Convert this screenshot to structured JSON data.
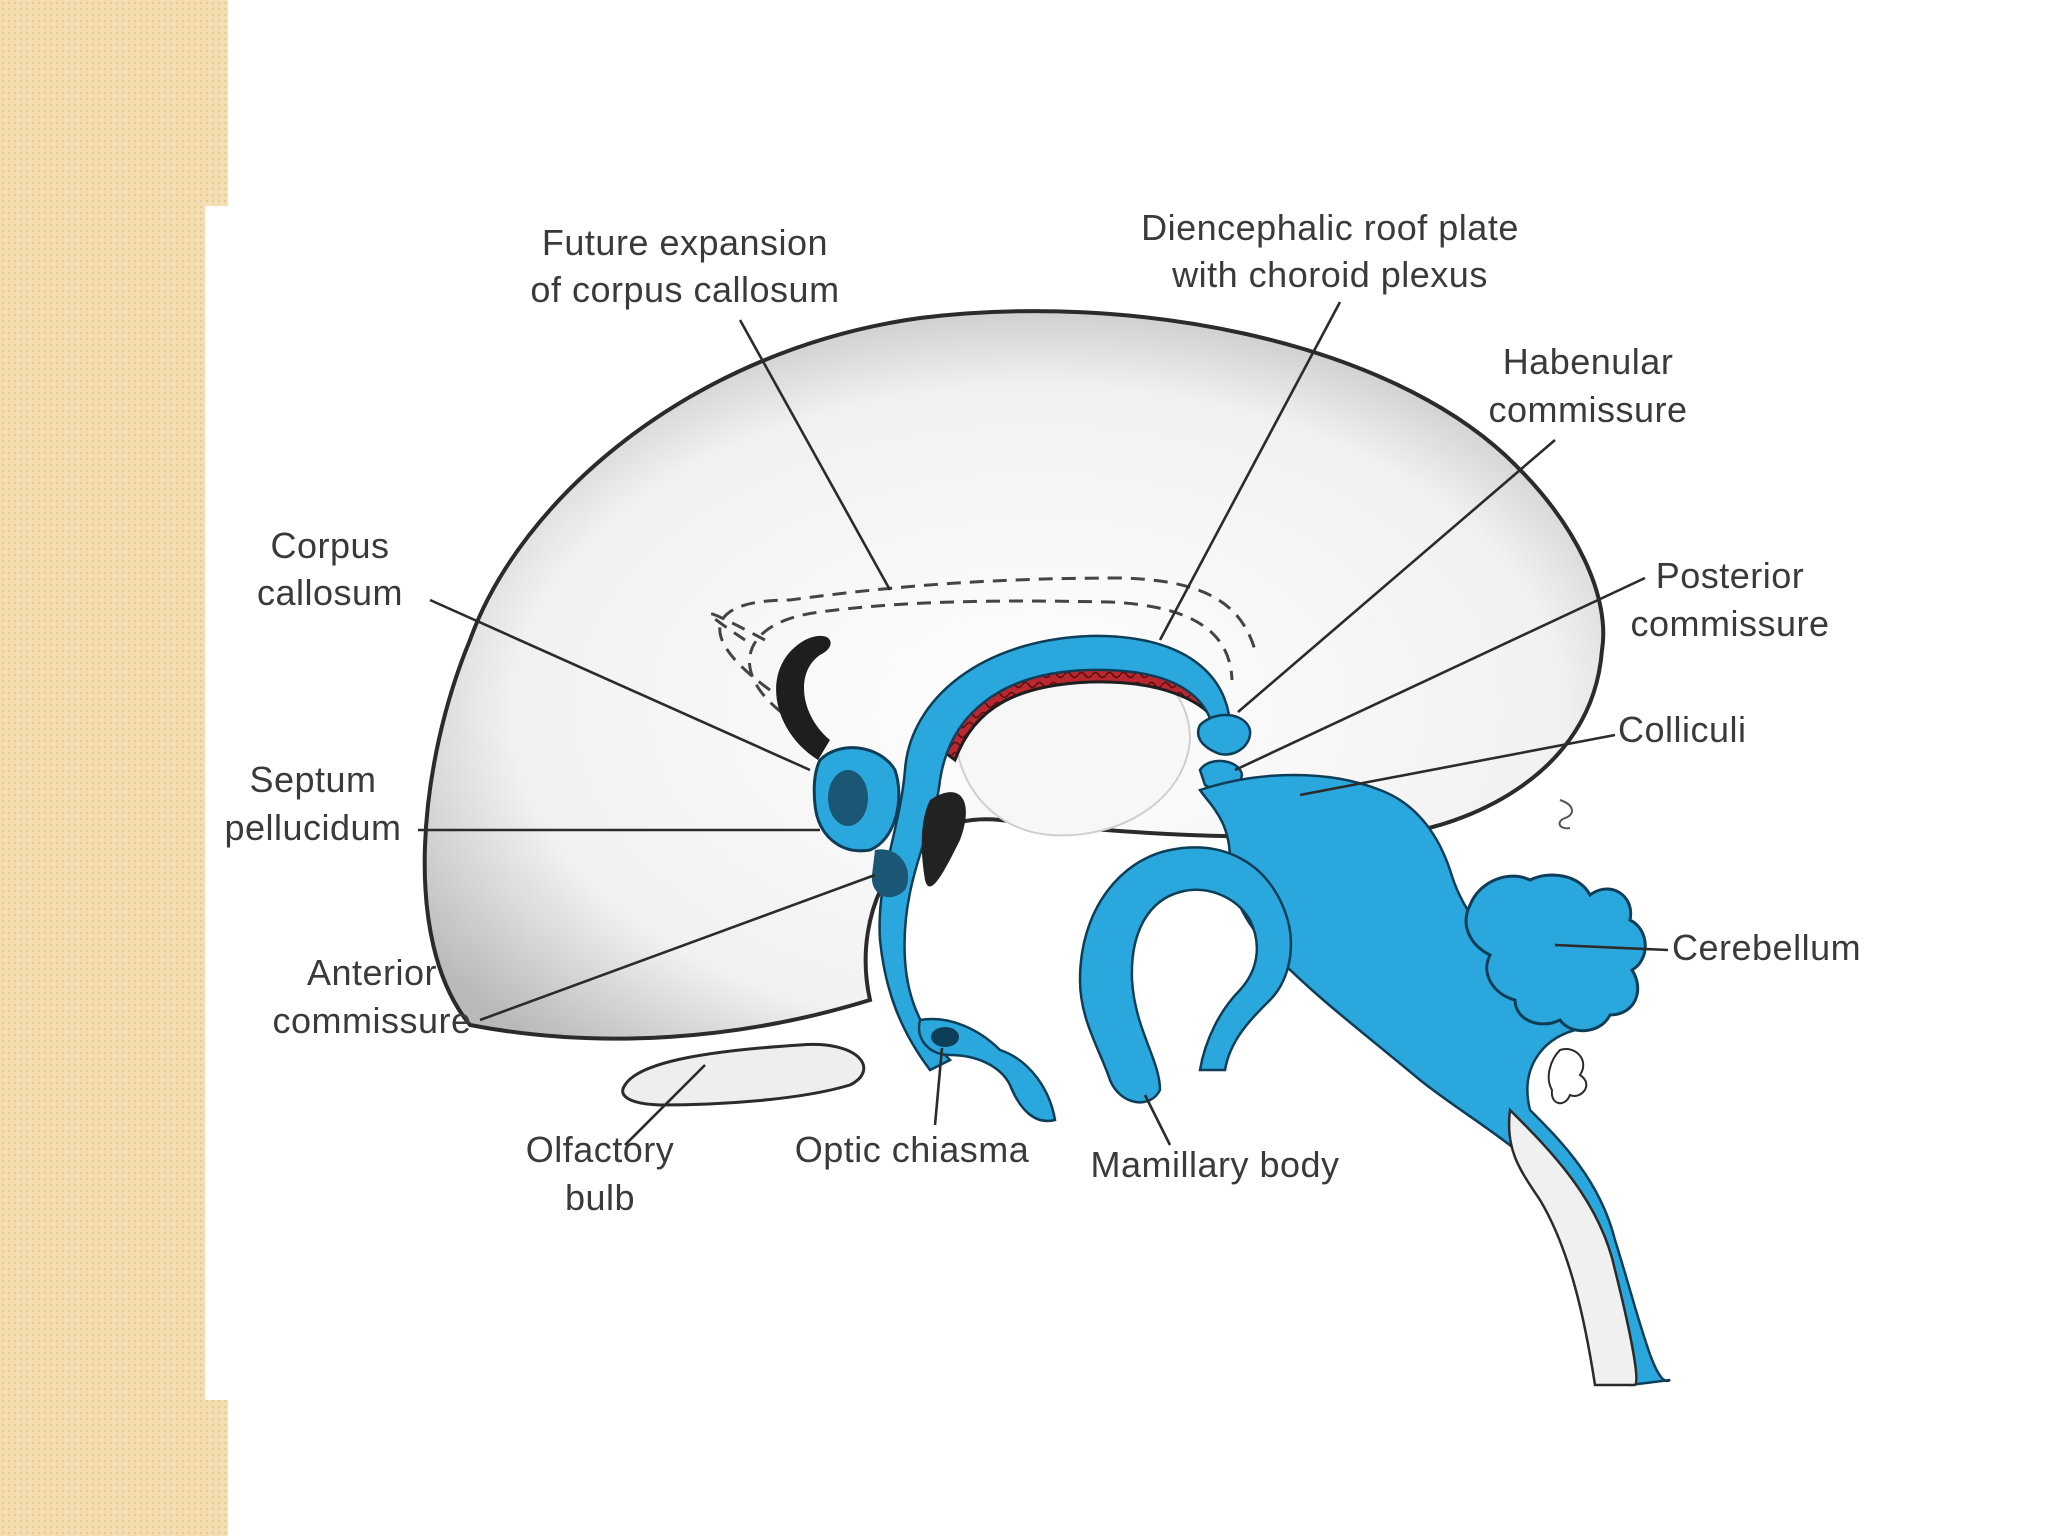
{
  "colors": {
    "side_strip": "#f3ddb1",
    "ventricle_blue": "#2aa7dd",
    "choroid_red": "#b8282e",
    "outline": "#2b2b2b"
  },
  "labels": {
    "future_expansion": [
      "Future expansion",
      "of corpus callosum"
    ],
    "diencephalic_roof": [
      "Diencephalic roof plate",
      "with choroid plexus"
    ],
    "habenular": [
      "Habenular",
      "commissure"
    ],
    "corpus_callosum": [
      "Corpus",
      "callosum"
    ],
    "posterior": [
      "Posterior",
      "commissure"
    ],
    "colliculi": "Colliculi",
    "septum": [
      "Septum",
      "pellucidum"
    ],
    "cerebellum": "Cerebellum",
    "anterior": [
      "Anterior",
      "commissure"
    ],
    "olfactory": [
      "Olfactory",
      "bulb"
    ],
    "optic": "Optic chiasma",
    "mamillary": "Mamillary body"
  }
}
